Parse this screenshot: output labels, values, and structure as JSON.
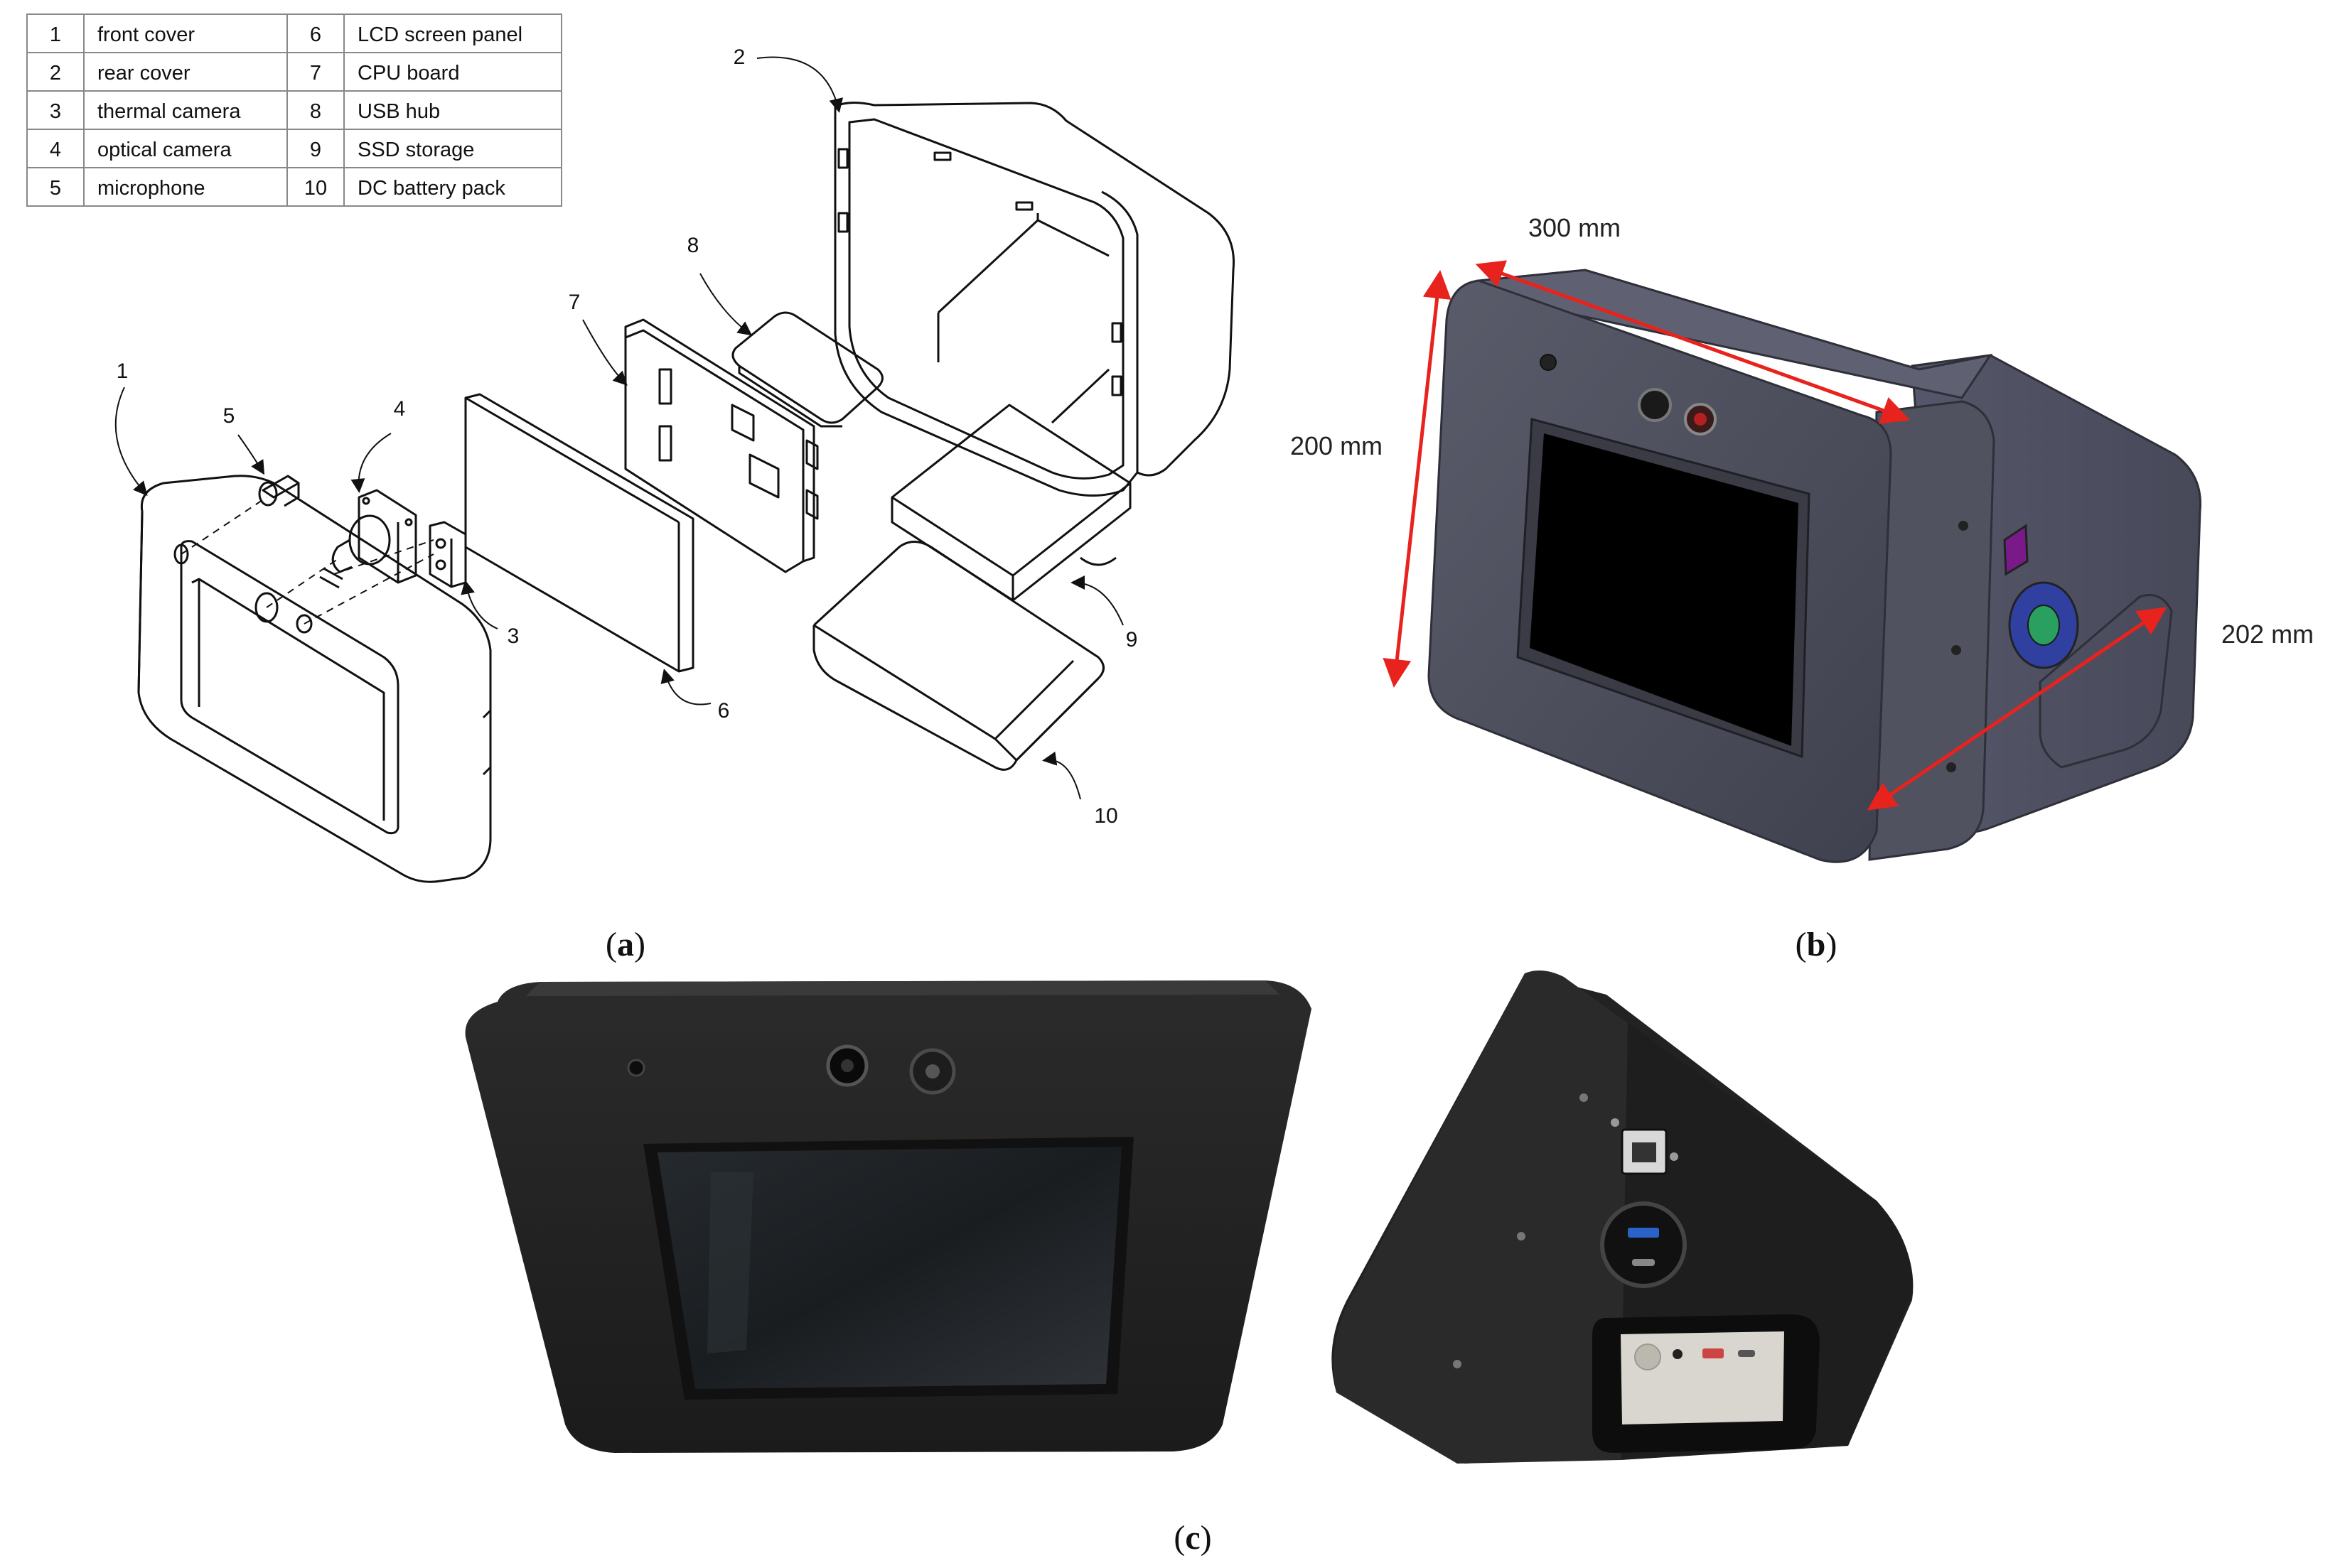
{
  "parts_table": {
    "rows": [
      {
        "left_no": "1",
        "left_name": "front cover",
        "right_no": "6",
        "right_name": "LCD screen panel"
      },
      {
        "left_no": "2",
        "left_name": "rear cover",
        "right_no": "7",
        "right_name": "CPU board"
      },
      {
        "left_no": "3",
        "left_name": "thermal camera",
        "right_no": "8",
        "right_name": "USB hub"
      },
      {
        "left_no": "4",
        "left_name": "optical camera",
        "right_no": "9",
        "right_name": "SSD storage"
      },
      {
        "left_no": "5",
        "left_name": "microphone",
        "right_no": "10",
        "right_name": "DC battery pack"
      }
    ]
  },
  "exploded_view": {
    "callouts": {
      "c1": "1",
      "c2": "2",
      "c3": "3",
      "c4": "4",
      "c5": "5",
      "c6": "6",
      "c7": "7",
      "c8": "8",
      "c9": "9",
      "c10": "10"
    }
  },
  "render_view": {
    "dimensions": {
      "width": "300 mm",
      "height": "200 mm",
      "depth": "202 mm"
    },
    "colors": {
      "body": "#4b4d5c",
      "arrow": "#e8221d",
      "screen": "#000000"
    }
  },
  "labels": {
    "a": {
      "open": "(",
      "letter": "a",
      "close": ")"
    },
    "b": {
      "open": "(",
      "letter": "b",
      "close": ")"
    },
    "c": {
      "open": "(",
      "letter": "c",
      "close": ")"
    }
  }
}
